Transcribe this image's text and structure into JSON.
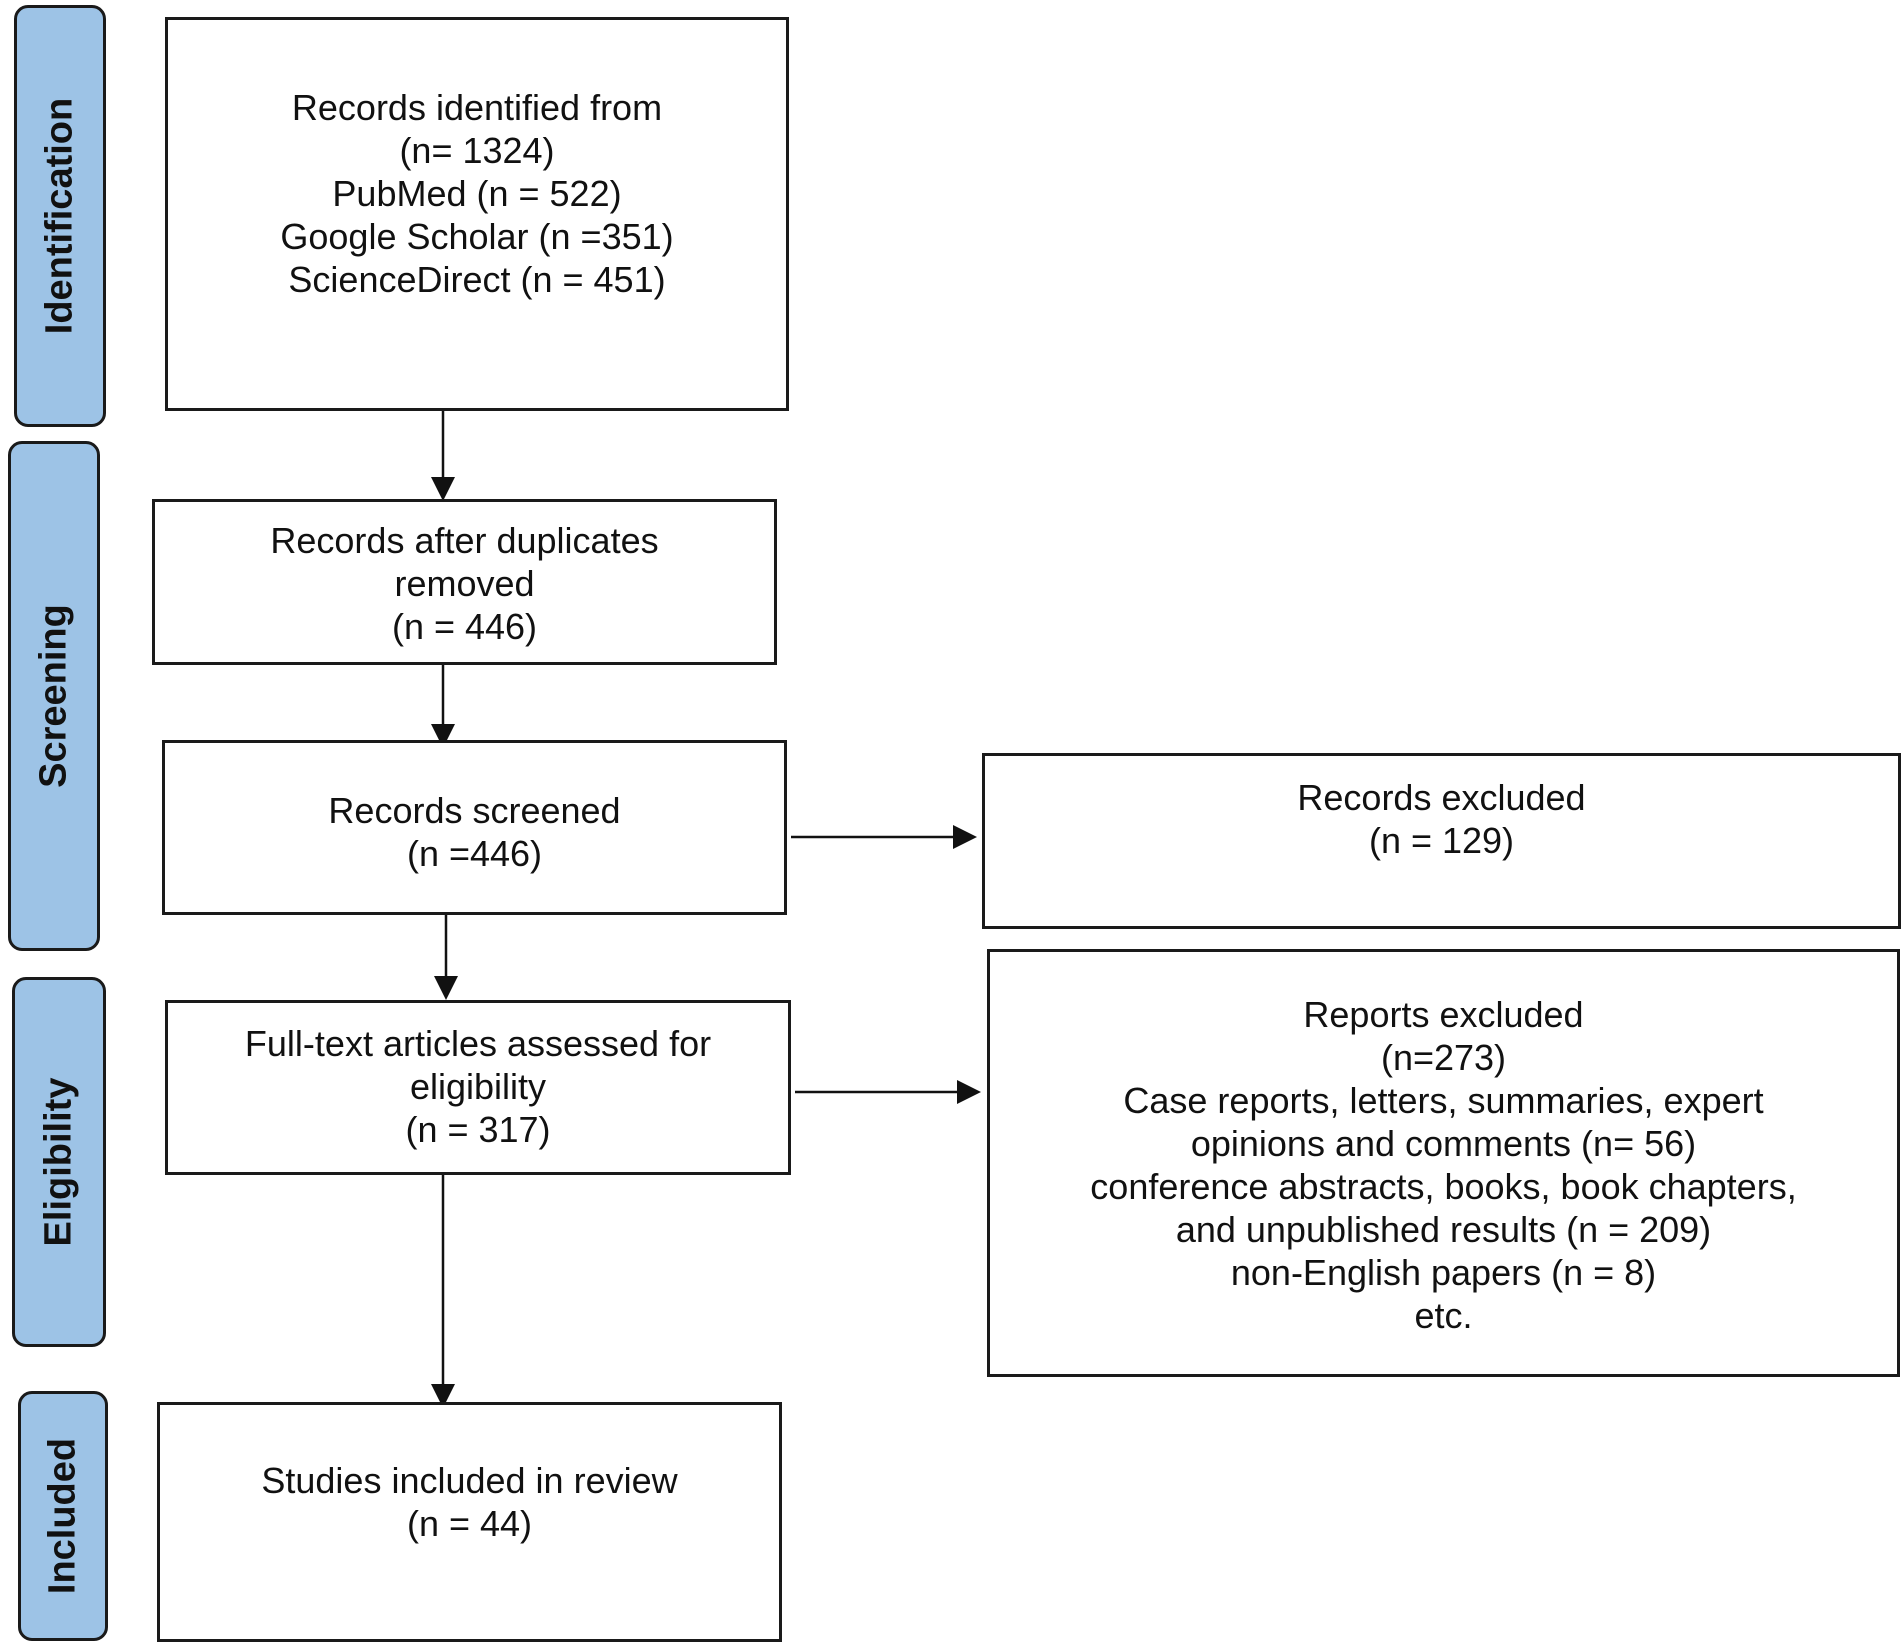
{
  "stages": {
    "identification": "Identification",
    "screening": "Screening",
    "eligibility": "Eligibility",
    "included": "Included"
  },
  "boxes": {
    "records_identified": {
      "lines": [
        "Records identified from",
        "(n= 1324)",
        "PubMed (n = 522)",
        "Google Scholar (n =351)",
        "ScienceDirect (n = 451)"
      ]
    },
    "duplicates_removed": {
      "lines": [
        "Records after duplicates",
        "removed",
        "(n = 446)"
      ]
    },
    "records_screened": {
      "lines": [
        "Records screened",
        "(n =446)"
      ]
    },
    "records_excluded": {
      "lines": [
        "Records excluded",
        "(n = 129)"
      ]
    },
    "fulltext_assessed": {
      "lines": [
        "Full-text articles assessed for",
        "eligibility",
        "(n = 317)"
      ]
    },
    "reports_excluded": {
      "lines": [
        "Reports excluded",
        "(n=273)",
        "Case reports, letters, summaries, expert",
        "opinions and comments (n= 56)",
        "conference abstracts, books, book chapters,",
        "and unpublished results (n = 209)",
        "non-English papers (n = 8)",
        "etc."
      ]
    },
    "studies_included": {
      "lines": [
        "Studies included in review",
        "(n = 44)"
      ]
    }
  },
  "colors": {
    "stage_fill": "#9dc3e6",
    "border": "#1a1a1a"
  }
}
